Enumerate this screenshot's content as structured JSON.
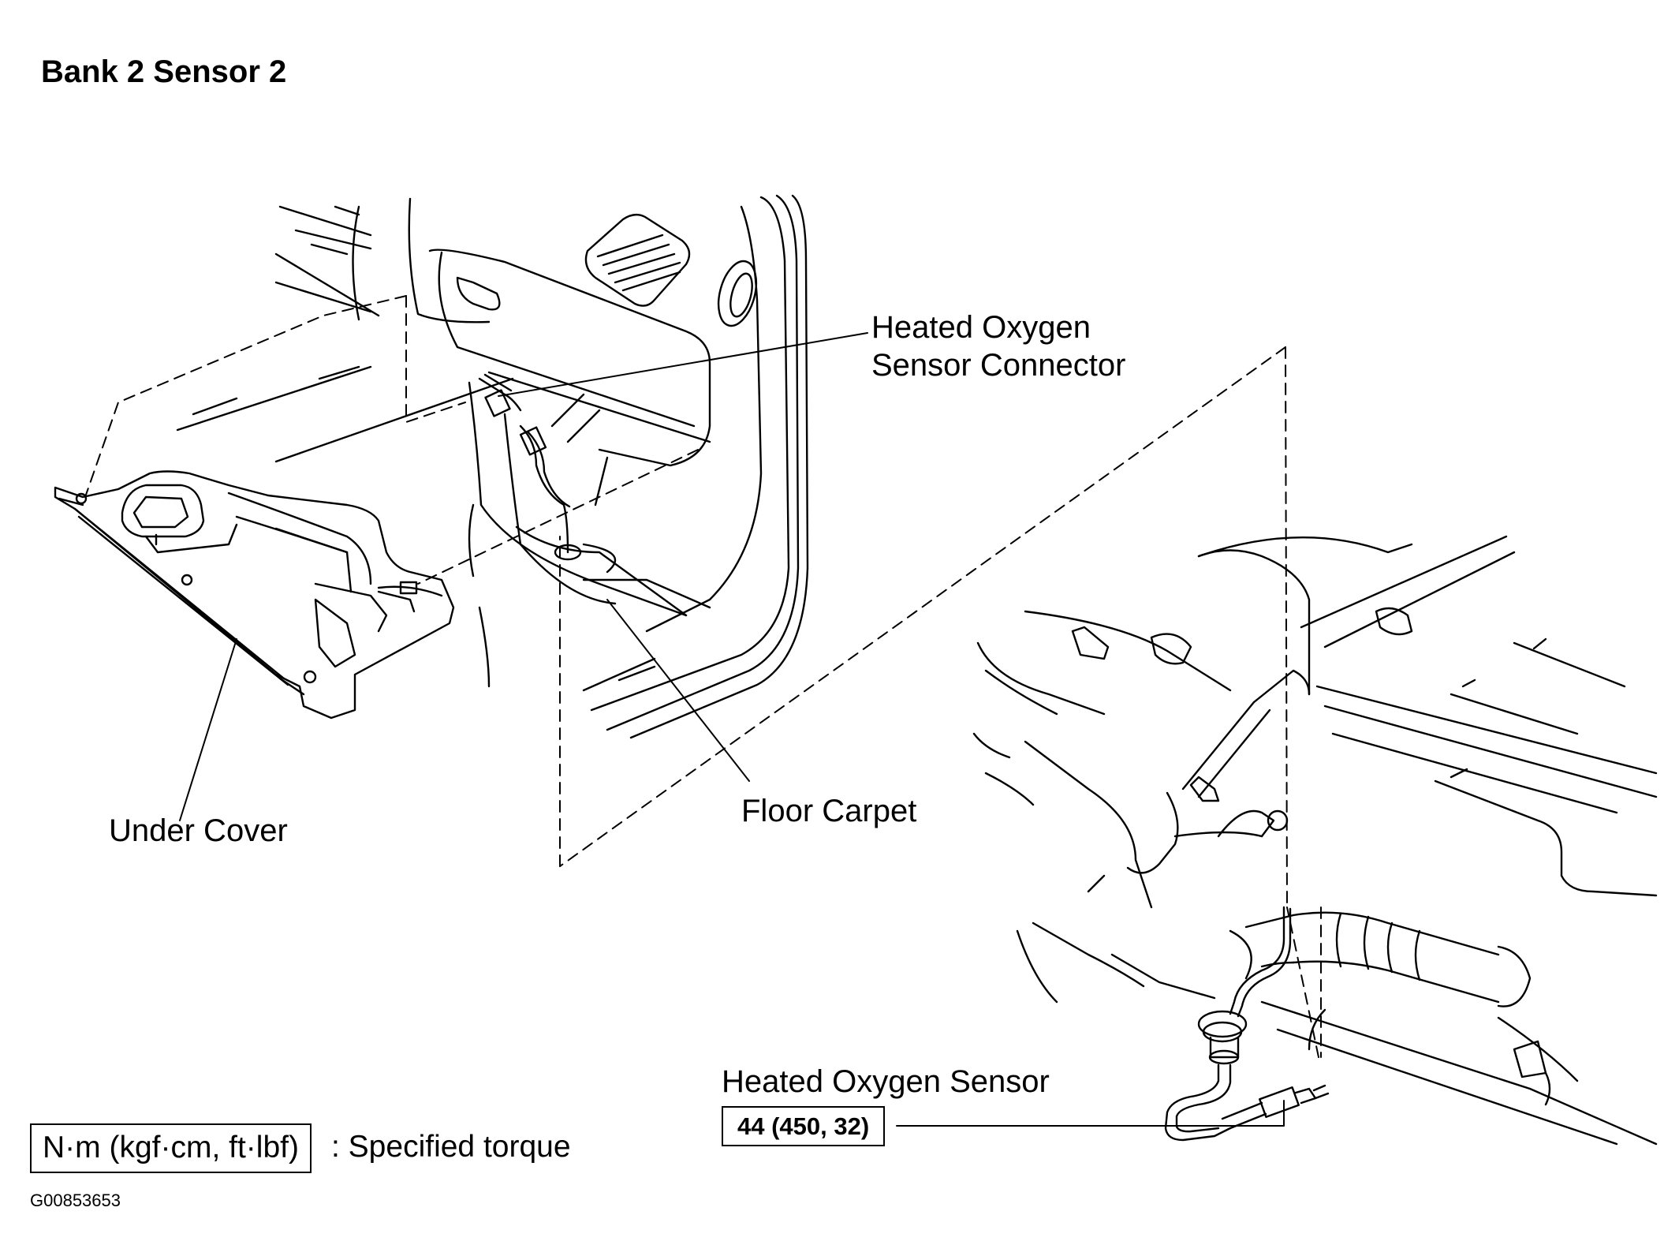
{
  "title": "Bank 2 Sensor 2",
  "labels": {
    "connector_line1": "Heated Oxygen",
    "connector_line2": "Sensor Connector",
    "under_cover": "Under Cover",
    "floor_carpet": "Floor Carpet",
    "sensor": "Heated Oxygen Sensor"
  },
  "torque": {
    "value": "44 (450, 32)"
  },
  "legend": {
    "units": "N·m (kgf·cm, ft·lbf)",
    "description": ": Specified torque"
  },
  "figure_id": "G00853653"
}
